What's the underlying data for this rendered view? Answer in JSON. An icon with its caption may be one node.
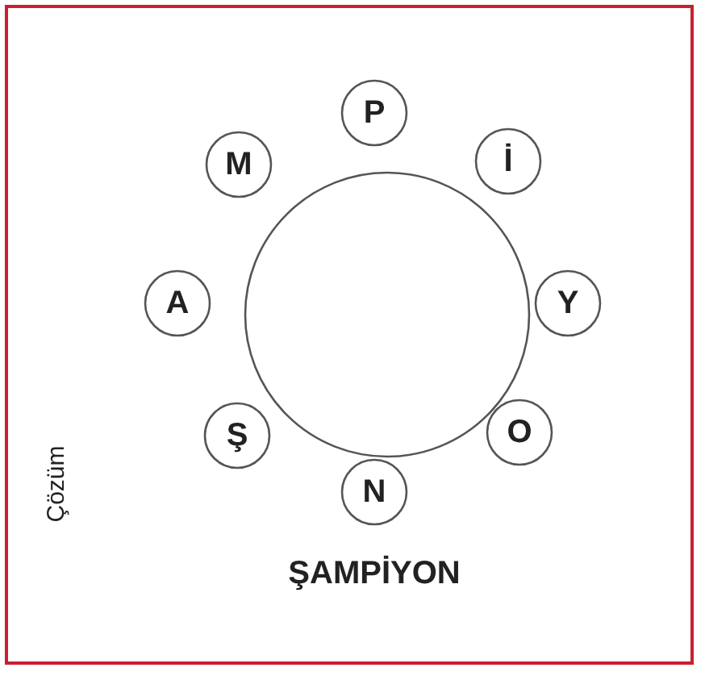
{
  "diagram": {
    "nodes": [
      {
        "text": [],
        "shape": "circle"
      },
      {
        "text": [
          "P"
        ]
      },
      {
        "text": [
          "M"
        ]
      },
      {
        "text": [
          "İ"
        ]
      },
      {
        "text": [
          "A"
        ]
      },
      {
        "text": [
          "Y"
        ]
      },
      {
        "text": [
          "Ş"
        ]
      },
      {
        "text": [
          "O"
        ]
      },
      {
        "text": [
          "N"
        ]
      }
    ],
    "labels": [
      "ŞAMPİYON",
      "Çözüm"
    ]
  }
}
